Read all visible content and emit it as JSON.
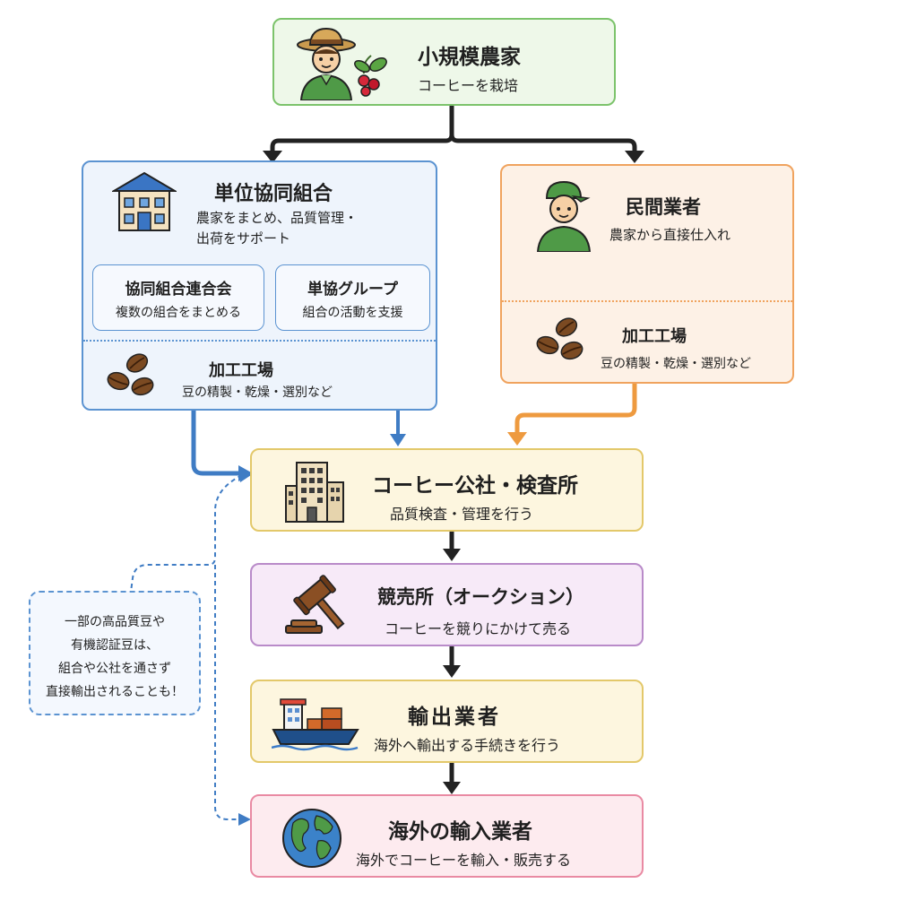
{
  "farmer": {
    "title": "小規模農家",
    "subtitle": "コーヒーを栽培"
  },
  "coop": {
    "title": "単位協同組合",
    "subtitle1": "農家をまとめ、品質管理・",
    "subtitle2": "出荷をサポート"
  },
  "federation": {
    "title": "協同組合連合会",
    "subtitle": "複数の組合をまとめる"
  },
  "group": {
    "title": "単協グループ",
    "subtitle": "組合の活動を支援"
  },
  "coop_factory": {
    "title": "加工工場",
    "subtitle": "豆の精製・乾燥・選別など"
  },
  "private": {
    "title": "民間業者",
    "subtitle": "農家から直接仕入れ"
  },
  "private_factory": {
    "title": "加工工場",
    "subtitle": "豆の精製・乾燥・選別など"
  },
  "authority": {
    "title": "コーヒー公社・検査所",
    "subtitle": "品質検査・管理を行う"
  },
  "auction": {
    "title": "競売所（オークション）",
    "subtitle": "コーヒーを競りにかけて売る"
  },
  "exporter": {
    "title": "輸出業者",
    "subtitle": "海外へ輸出する手続きを行う"
  },
  "importer": {
    "title": "海外の輸入業者",
    "subtitle": "海外でコーヒーを輸入・販売する"
  },
  "note": {
    "line1": "一部の高品質豆や",
    "line2": "有機認証豆は、",
    "line3": "組合や公社を通さず",
    "line4": "直接輸出されることも！"
  },
  "colors": {
    "green": "#7cc36b",
    "blue": "#5b93d1",
    "orange": "#f0a35e",
    "yellow": "#e3c86a",
    "purple": "#b98bc9",
    "pink": "#e98aa3",
    "arrow_blue": "#3f7cc4",
    "arrow_orange": "#ee9a3f",
    "arrow_black": "#222222"
  },
  "icons": [
    "farmer-icon",
    "coffee-cherry-icon",
    "building-icon",
    "worker-icon",
    "coffee-beans-icon",
    "office-tower-icon",
    "gavel-icon",
    "cargo-ship-icon",
    "globe-icon"
  ]
}
